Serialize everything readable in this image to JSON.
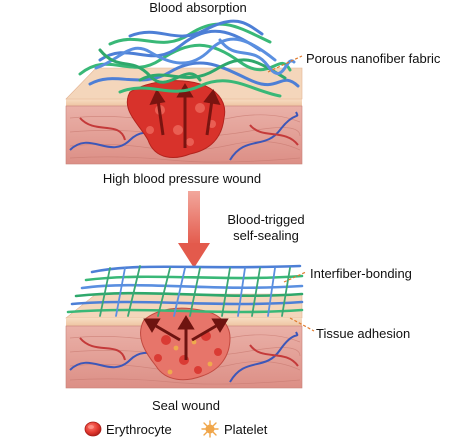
{
  "top": {
    "title": "Blood absorption",
    "fabric_label": "Porous nanofiber fabric",
    "wound_label": "High blood pressure wound"
  },
  "transition": {
    "line1": "Blood-trigged",
    "line2": "self-sealing"
  },
  "bottom": {
    "bonding_label": "Interfiber-bonding",
    "adhesion_label": "Tissue adhesion",
    "wound_label": "Seal wound"
  },
  "legend": {
    "erythrocyte": "Erythrocyte",
    "platelet": "Platelet"
  },
  "colors": {
    "skin_top": "#f3d2b4",
    "tissue": "#e8a9a0",
    "blood": "#d8322b",
    "dark_blood": "#8a1a12",
    "fiber_blue": "#4d7fd6",
    "fiber_green": "#39b877",
    "leader": "#e07a2c",
    "arrow": "#e7786c",
    "vein_blue": "#3d57b8",
    "vein_red": "#c43a3a"
  }
}
